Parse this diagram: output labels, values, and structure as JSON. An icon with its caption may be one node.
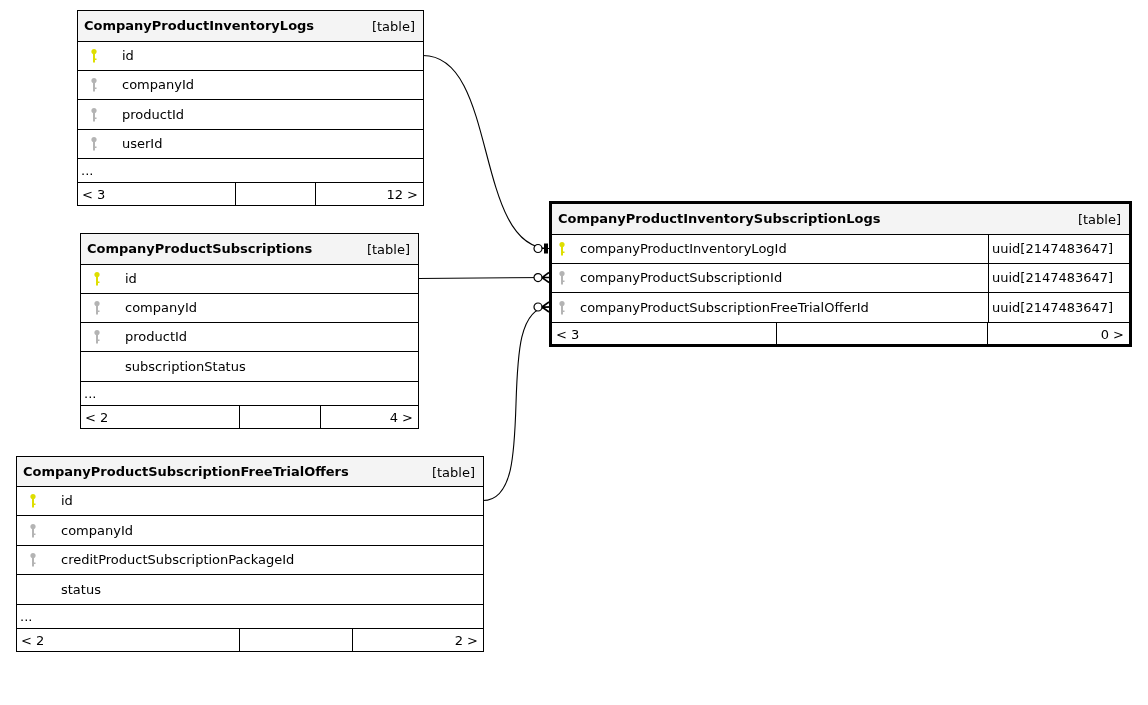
{
  "diagram": {
    "nodes": [
      {
        "text": [
          "CompanyProductInventoryLogs",
          "[table]"
        ]
      },
      {
        "text": [
          "id"
        ],
        "in": 0
      },
      {
        "text": [
          "companyId"
        ],
        "in": 0
      },
      {
        "text": [
          "productId"
        ],
        "in": 0
      },
      {
        "text": [
          "userId"
        ],
        "in": 0
      },
      {
        "text": [
          "..."
        ],
        "in": 0
      },
      {
        "text": [
          "< 3"
        ],
        "in": 0
      },
      {
        "text": [],
        "shape": "box",
        "in": 0
      },
      {
        "text": [
          "12 >"
        ],
        "in": 0
      },
      {
        "text": [
          "CompanyProductSubscriptions",
          "[table]"
        ]
      },
      {
        "text": [
          "id"
        ],
        "in": 9
      },
      {
        "text": [
          "companyId"
        ],
        "in": 9
      },
      {
        "text": [
          "productId"
        ],
        "in": 9
      },
      {
        "text": [
          "subscriptionStatus"
        ],
        "in": 9
      },
      {
        "text": [
          "..."
        ],
        "in": 9
      },
      {
        "text": [
          "< 2"
        ],
        "in": 9
      },
      {
        "text": [],
        "shape": "box",
        "in": 9
      },
      {
        "text": [
          "4 >"
        ],
        "in": 9
      },
      {
        "text": [
          "CompanyProductSubscriptionFreeTrialOffers",
          "[table]"
        ]
      },
      {
        "text": [
          "id"
        ],
        "in": 18
      },
      {
        "text": [
          "companyId"
        ],
        "in": 18
      },
      {
        "text": [
          "creditProductSubscriptionPackageId"
        ],
        "in": 18
      },
      {
        "text": [
          "status"
        ],
        "in": 18
      },
      {
        "text": [
          "..."
        ],
        "in": 18
      },
      {
        "text": [
          "< 2"
        ],
        "in": 18
      },
      {
        "text": [],
        "shape": "box",
        "in": 18
      },
      {
        "text": [
          "2 >"
        ],
        "in": 18
      },
      {
        "text": [
          "CompanyProductInventorySubscriptionLogs",
          "[table]"
        ]
      },
      {
        "text": [
          "companyProductInventoryLogId",
          "uuid[2147483647]"
        ],
        "in": 27
      },
      {
        "text": [
          "companyProductSubscriptionId",
          "uuid[2147483647]"
        ],
        "in": 27
      },
      {
        "text": [
          "companyProductSubscriptionFreeTrialOfferId",
          "uuid[2147483647]"
        ],
        "in": 27
      },
      {
        "text": [
          "< 3"
        ],
        "in": 27
      },
      {
        "text": [],
        "shape": "box",
        "in": 27
      },
      {
        "text": [
          "0 >"
        ],
        "in": 27
      }
    ],
    "edges": [
      {
        "from": 1,
        "to": 28,
        "arrow": "other"
      },
      {
        "from": 10,
        "to": 29,
        "arrow": "other"
      },
      {
        "from": 19,
        "to": 30,
        "arrow": "other"
      }
    ]
  }
}
